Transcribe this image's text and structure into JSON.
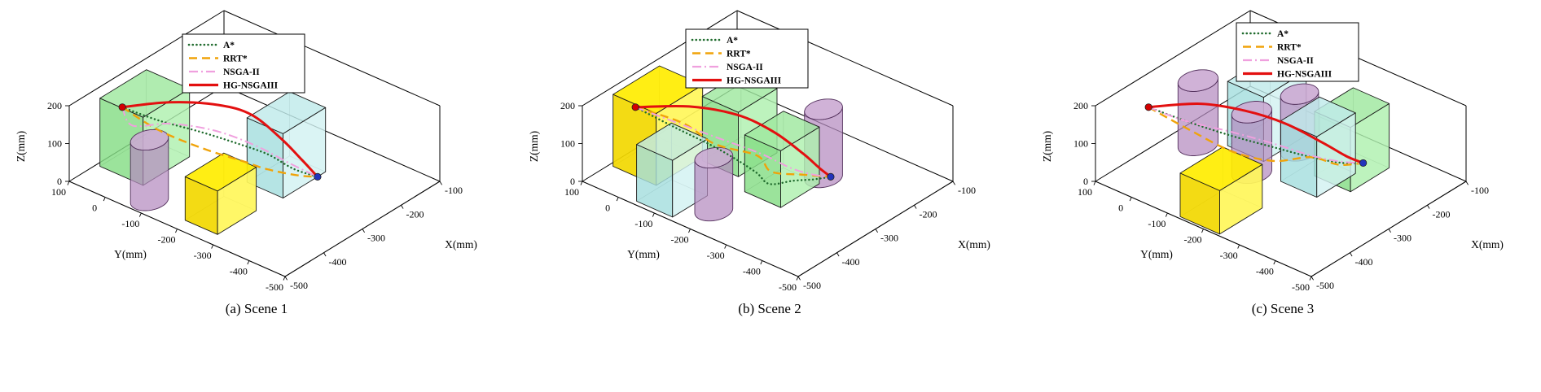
{
  "series_styles": {
    "A*": {
      "color": "#1f6b2d",
      "style": "dotted",
      "width": 2.4
    },
    "RRT*": {
      "color": "#f0a30a",
      "style": "dashed",
      "width": 2.4
    },
    "NSGA-II": {
      "color": "#f0a0de",
      "style": "dashdot",
      "width": 2.0
    },
    "HG-NSGAIII": {
      "color": "#e31010",
      "style": "solid",
      "width": 3.0
    }
  },
  "markers": {
    "start_color": "#d40000",
    "goal_color": "#2233bb",
    "edge": "#222222"
  },
  "obstacle_palette": {
    "green": {
      "top": "#9fe89f",
      "left": "#85dd85",
      "right": "#aef0ae",
      "edge": "#1a1a1a",
      "op": 0.82
    },
    "cyan": {
      "top": "#bfeaea",
      "left": "#a5dede",
      "right": "#d2f2f2",
      "edge": "#1a1a1a",
      "op": 0.82
    },
    "yellow": {
      "top": "#ffed00",
      "left": "#f2d800",
      "right": "#fff65a",
      "edge": "#1a1a1a",
      "op": 0.92
    },
    "purple": {
      "body": "#b48abf",
      "top": "#cbaad3",
      "edge": "#53305c",
      "op": 0.72
    }
  },
  "chart_data": [
    {
      "type": "line",
      "subtype": "3d-path-planning",
      "title": "(a) Scene 1",
      "xlabel": "X(mm)",
      "ylabel": "Y(mm)",
      "zlabel": "Z(mm)",
      "xlim": [
        -500,
        -100
      ],
      "ylim": [
        -500,
        100
      ],
      "zlim": [
        0,
        200
      ],
      "xticks": [
        -100,
        -200,
        -300,
        -400,
        -500
      ],
      "yticks": [
        100,
        0,
        -100,
        -200,
        -300,
        -400,
        -500
      ],
      "zticks": [
        0,
        100,
        200
      ],
      "grid": false,
      "legend_position": "upper-center",
      "legend_pos": [
        224,
        34
      ],
      "start": [
        -400,
        60,
        150
      ],
      "goal": [
        -230,
        -300,
        10
      ],
      "obstacles": [
        {
          "shape": "box",
          "color": "green",
          "x": [
            -430,
            -310
          ],
          "y": [
            -30,
            90
          ],
          "h": 180
        },
        {
          "shape": "cylinder",
          "color": "purple",
          "center": [
            -460,
            -80
          ],
          "r": 36,
          "h": 160
        },
        {
          "shape": "box",
          "color": "yellow",
          "x": [
            -470,
            -370
          ],
          "y": [
            -280,
            -190
          ],
          "h": 115
        },
        {
          "shape": "box",
          "color": "cyan",
          "x": [
            -310,
            -200
          ],
          "y": [
            -290,
            -190
          ],
          "h": 170
        }
      ],
      "series": [
        {
          "name": "A*",
          "points": [
            [
              -400,
              60,
              150
            ],
            [
              -370,
              -10,
              125
            ],
            [
              -330,
              -80,
              100
            ],
            [
              -300,
              -150,
              80
            ],
            [
              -275,
              -210,
              60
            ],
            [
              -255,
              -260,
              30
            ],
            [
              -230,
              -300,
              10
            ]
          ]
        },
        {
          "name": "RRT*",
          "points": [
            [
              -400,
              60,
              150
            ],
            [
              -380,
              -20,
              110
            ],
            [
              -340,
              -100,
              70
            ],
            [
              -300,
              -170,
              40
            ],
            [
              -292,
              -225,
              38
            ],
            [
              -250,
              -265,
              12
            ],
            [
              -230,
              -300,
              10
            ]
          ]
        },
        {
          "name": "NSGA-II",
          "points": [
            [
              -400,
              60,
              150
            ],
            [
              -420,
              10,
              135
            ],
            [
              -380,
              -50,
              140
            ],
            [
              -330,
              -120,
              120
            ],
            [
              -290,
              -190,
              85
            ],
            [
              -255,
              -250,
              40
            ],
            [
              -230,
              -300,
              10
            ]
          ]
        },
        {
          "name": "HG-NSGAIII",
          "points": [
            [
              -400,
              60,
              150
            ],
            [
              -350,
              -20,
              165
            ],
            [
              -300,
              -100,
              160
            ],
            [
              -270,
              -160,
              140
            ],
            [
              -250,
              -220,
              90
            ],
            [
              -238,
              -265,
              45
            ],
            [
              -230,
              -300,
              10
            ]
          ]
        }
      ]
    },
    {
      "type": "line",
      "subtype": "3d-path-planning",
      "title": "(b) Scene 2",
      "xlabel": "X(mm)",
      "ylabel": "Y(mm)",
      "zlabel": "Z(mm)",
      "xlim": [
        -500,
        -100
      ],
      "ylim": [
        -500,
        100
      ],
      "zlim": [
        0,
        200
      ],
      "xticks": [
        -100,
        -200,
        -300,
        -400,
        -500
      ],
      "yticks": [
        100,
        0,
        -100,
        -200,
        -300,
        -400,
        -500
      ],
      "zticks": [
        0,
        100,
        200
      ],
      "grid": false,
      "legend_position": "upper-center",
      "legend_pos": [
        212,
        28
      ],
      "start": [
        -400,
        60,
        150
      ],
      "goal": [
        -230,
        -300,
        10
      ],
      "obstacles": [
        {
          "shape": "box",
          "color": "yellow",
          "x": [
            -430,
            -310
          ],
          "y": [
            -30,
            90
          ],
          "h": 190
        },
        {
          "shape": "box",
          "color": "cyan",
          "x": [
            -490,
            -400
          ],
          "y": [
            -140,
            -40
          ],
          "h": 150
        },
        {
          "shape": "box",
          "color": "green",
          "x": [
            -320,
            -220
          ],
          "y": [
            -140,
            -40
          ],
          "h": 170
        },
        {
          "shape": "box",
          "color": "green",
          "x": [
            -350,
            -250
          ],
          "y": [
            -290,
            -190
          ],
          "h": 150
        },
        {
          "shape": "cylinder",
          "color": "purple",
          "center": [
            -430,
            -190
          ],
          "r": 36,
          "h": 140
        },
        {
          "shape": "cylinder",
          "color": "purple",
          "center": [
            -230,
            -280
          ],
          "r": 36,
          "h": 180
        }
      ],
      "series": [
        {
          "name": "A*",
          "points": [
            [
              -400,
              60,
              150
            ],
            [
              -370,
              -20,
              110
            ],
            [
              -330,
              -100,
              60
            ],
            [
              -310,
              -175,
              22
            ],
            [
              -310,
              -215,
              6
            ],
            [
              -278,
              -248,
              8
            ],
            [
              -252,
              -278,
              8
            ],
            [
              -230,
              -300,
              10
            ]
          ]
        },
        {
          "name": "RRT*",
          "points": [
            [
              -400,
              60,
              150
            ],
            [
              -360,
              -30,
              120
            ],
            [
              -335,
              -90,
              75
            ],
            [
              -290,
              -160,
              45
            ],
            [
              -300,
              -210,
              30
            ],
            [
              -262,
              -258,
              18
            ],
            [
              -230,
              -300,
              10
            ]
          ]
        },
        {
          "name": "NSGA-II",
          "points": [
            [
              -400,
              60,
              150
            ],
            [
              -375,
              -25,
              130
            ],
            [
              -335,
              -105,
              95
            ],
            [
              -295,
              -175,
              60
            ],
            [
              -270,
              -235,
              30
            ],
            [
              -248,
              -272,
              15
            ],
            [
              -230,
              -300,
              10
            ]
          ]
        },
        {
          "name": "HG-NSGAIII",
          "points": [
            [
              -400,
              60,
              150
            ],
            [
              -345,
              -30,
              155
            ],
            [
              -295,
              -110,
              135
            ],
            [
              -265,
              -180,
              100
            ],
            [
              -245,
              -240,
              55
            ],
            [
              -235,
              -275,
              25
            ],
            [
              -230,
              -300,
              10
            ]
          ]
        }
      ]
    },
    {
      "type": "line",
      "subtype": "3d-path-planning",
      "title": "(c) Scene 3",
      "xlabel": "X(mm)",
      "ylabel": "Y(mm)",
      "zlabel": "Z(mm)",
      "xlim": [
        -500,
        -100
      ],
      "ylim": [
        -500,
        100
      ],
      "zlim": [
        0,
        200
      ],
      "xticks": [
        -100,
        -200,
        -300,
        -400,
        -500
      ],
      "yticks": [
        100,
        0,
        -100,
        -200,
        -300,
        -400,
        -500
      ],
      "zticks": [
        0,
        100,
        200
      ],
      "grid": false,
      "legend_position": "upper-center",
      "legend_pos": [
        258,
        20
      ],
      "start": [
        -400,
        60,
        150
      ],
      "goal": [
        -180,
        -300,
        15
      ],
      "obstacles": [
        {
          "shape": "cylinder",
          "color": "purple",
          "center": [
            -300,
            30
          ],
          "r": 38,
          "h": 170
        },
        {
          "shape": "box",
          "color": "cyan",
          "x": [
            -270,
            -160
          ],
          "y": [
            -120,
            -20
          ],
          "h": 170
        },
        {
          "shape": "cylinder",
          "color": "purple",
          "center": [
            -310,
            -130
          ],
          "r": 38,
          "h": 160
        },
        {
          "shape": "cylinder",
          "color": "purple",
          "center": [
            -205,
            -150
          ],
          "r": 36,
          "h": 150
        },
        {
          "shape": "box",
          "color": "cyan",
          "x": [
            -300,
            -200
          ],
          "y": [
            -300,
            -200
          ],
          "h": 160
        },
        {
          "shape": "box",
          "color": "yellow",
          "x": [
            -495,
            -385
          ],
          "y": [
            -240,
            -130
          ],
          "h": 115
        },
        {
          "shape": "box",
          "color": "green",
          "x": [
            -250,
            -150
          ],
          "y": [
            -340,
            -240
          ],
          "h": 170
        }
      ],
      "series": [
        {
          "name": "A*",
          "points": [
            [
              -400,
              60,
              150
            ],
            [
              -365,
              -15,
              120
            ],
            [
              -325,
              -90,
              90
            ],
            [
              -285,
              -160,
              65
            ],
            [
              -245,
              -225,
              40
            ],
            [
              -210,
              -270,
              22
            ],
            [
              -180,
              -300,
              15
            ]
          ]
        },
        {
          "name": "RRT*",
          "points": [
            [
              -400,
              60,
              150
            ],
            [
              -370,
              -25,
              105
            ],
            [
              -330,
              -100,
              55
            ],
            [
              -290,
              -170,
              35
            ],
            [
              -250,
              -230,
              45
            ],
            [
              -215,
              -270,
              20
            ],
            [
              -180,
              -300,
              15
            ]
          ]
        },
        {
          "name": "NSGA-II",
          "points": [
            [
              -400,
              60,
              150
            ],
            [
              -380,
              -20,
              135
            ],
            [
              -335,
              -95,
              110
            ],
            [
              -290,
              -165,
              80
            ],
            [
              -245,
              -230,
              45
            ],
            [
              -210,
              -270,
              25
            ],
            [
              -180,
              -300,
              15
            ]
          ]
        },
        {
          "name": "HG-NSGAIII",
          "points": [
            [
              -400,
              60,
              150
            ],
            [
              -345,
              -25,
              160
            ],
            [
              -300,
              -100,
              145
            ],
            [
              -260,
              -170,
              115
            ],
            [
              -225,
              -235,
              70
            ],
            [
              -200,
              -275,
              35
            ],
            [
              -180,
              -300,
              15
            ]
          ]
        }
      ]
    }
  ]
}
